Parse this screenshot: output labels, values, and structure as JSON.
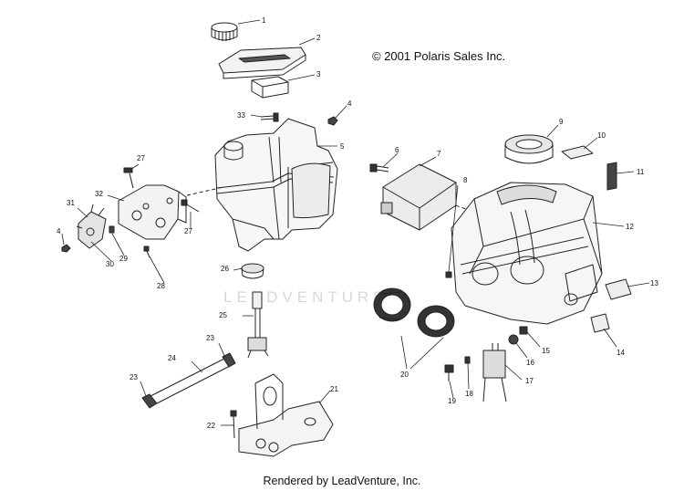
{
  "copyright": "© 2001 Polaris Sales Inc.",
  "footer": "Rendered by LeadVenture, Inc.",
  "watermark": "LEADVENTURE",
  "colors": {
    "ink": "#111111",
    "line": "#222222",
    "watermark": "#d9d9d9"
  },
  "callouts": [
    {
      "id": "1",
      "label": "1"
    },
    {
      "id": "2",
      "label": "2"
    },
    {
      "id": "3",
      "label": "3"
    },
    {
      "id": "4a",
      "label": "4"
    },
    {
      "id": "5",
      "label": "5"
    },
    {
      "id": "6",
      "label": "6"
    },
    {
      "id": "7",
      "label": "7"
    },
    {
      "id": "8",
      "label": "8"
    },
    {
      "id": "9",
      "label": "9"
    },
    {
      "id": "10",
      "label": "10"
    },
    {
      "id": "11",
      "label": "11"
    },
    {
      "id": "12",
      "label": "12"
    },
    {
      "id": "13",
      "label": "13"
    },
    {
      "id": "14",
      "label": "14"
    },
    {
      "id": "15",
      "label": "15"
    },
    {
      "id": "16",
      "label": "16"
    },
    {
      "id": "17",
      "label": "17"
    },
    {
      "id": "18",
      "label": "18"
    },
    {
      "id": "19",
      "label": "19"
    },
    {
      "id": "20",
      "label": "20"
    },
    {
      "id": "21",
      "label": "21"
    },
    {
      "id": "22",
      "label": "22"
    },
    {
      "id": "23a",
      "label": "23"
    },
    {
      "id": "23b",
      "label": "23"
    },
    {
      "id": "24",
      "label": "24"
    },
    {
      "id": "25",
      "label": "25"
    },
    {
      "id": "26",
      "label": "26"
    },
    {
      "id": "27a",
      "label": "27"
    },
    {
      "id": "27b",
      "label": "27"
    },
    {
      "id": "28",
      "label": "28"
    },
    {
      "id": "29",
      "label": "29"
    },
    {
      "id": "30",
      "label": "30"
    },
    {
      "id": "31",
      "label": "31"
    },
    {
      "id": "32",
      "label": "32"
    },
    {
      "id": "33",
      "label": "33"
    },
    {
      "id": "4b",
      "label": "4"
    }
  ]
}
